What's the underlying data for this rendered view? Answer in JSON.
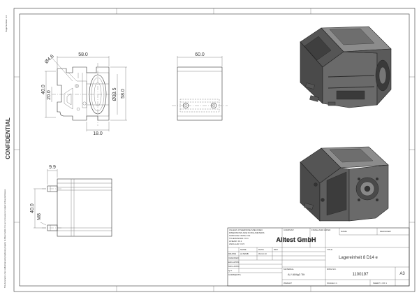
{
  "margin": {
    "confidential": "CONFIDENTIAL",
    "page_number": "Page Number: A4",
    "notice": "This document is the confidential and proprietary property of Alltest GmbH. It is not to be used or copied without permission."
  },
  "views": {
    "front": {
      "width": "58.0",
      "height": "40.0",
      "half_height": "20.0",
      "diameter": "Ø33.5",
      "height2": "58.0",
      "offset": "18.0",
      "hole": "Ø4.6"
    },
    "top": {
      "width": "60.0"
    },
    "side": {
      "offset": "9.9",
      "height": "40.0",
      "thread": "M8"
    }
  },
  "title_block": {
    "company_label": "COMPANY",
    "company": "Alltest GmbH",
    "tolerance_note": [
      "UNLESS OTHERWISE SPECIFIED:",
      "DIMENSIONS ARE IN MILLIMETERS",
      "SURFACE FINISH: Ra",
      "TOLERANCES: ±0.1",
      "LINEAR: ±0.1",
      "ANGULAR: ±0.5"
    ],
    "material_label": "MATERIAL",
    "material": "Al / AlMg3 Tilt",
    "finish_label": "FINISH AND GRIND",
    "designer_label": "DESIGNER",
    "name_label": "NAME",
    "date_label": "DATE",
    "title_label": "TITLE",
    "title": "Lagereinheit 8 D14 e",
    "dwg_label": "DWG NO.",
    "dwg_no": "1100197",
    "size": "A3",
    "scale_label": "SCALE 1:1",
    "sheet_label": "SHEET 1 OF 1",
    "rows": [
      "DRAWN",
      "CHECKED",
      "ENG APPR.",
      "MFG APPR.",
      "Q.A.",
      "COMMENTS:"
    ],
    "drawn_name": "ALTEMB",
    "drawn_date": "09.10.13",
    "weight_label": "WEIGHT",
    "rev_label": "REV"
  }
}
